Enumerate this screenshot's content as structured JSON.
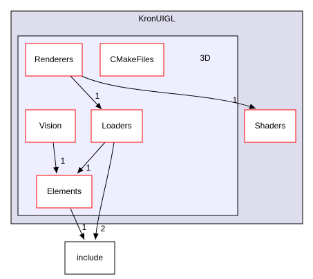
{
  "colors": {
    "outer_fill": "#ddddee",
    "inner_fill": "#eeeeff",
    "node_border_red": "#ff0000",
    "node_border_black": "#000000",
    "edge": "#000000"
  },
  "clusters": {
    "outer_label": "KronUIGL",
    "inner_label": "3D"
  },
  "nodes": {
    "renderers": "Renderers",
    "cmakefiles": "CMakeFiles",
    "shaders": "Shaders",
    "vision": "Vision",
    "loaders": "Loaders",
    "elements": "Elements",
    "include": "include"
  },
  "edges": {
    "renderers_loaders": "1",
    "renderers_shaders": "1",
    "vision_elements": "1",
    "loaders_elements": "1",
    "elements_include": "1",
    "loaders_include": "2"
  }
}
